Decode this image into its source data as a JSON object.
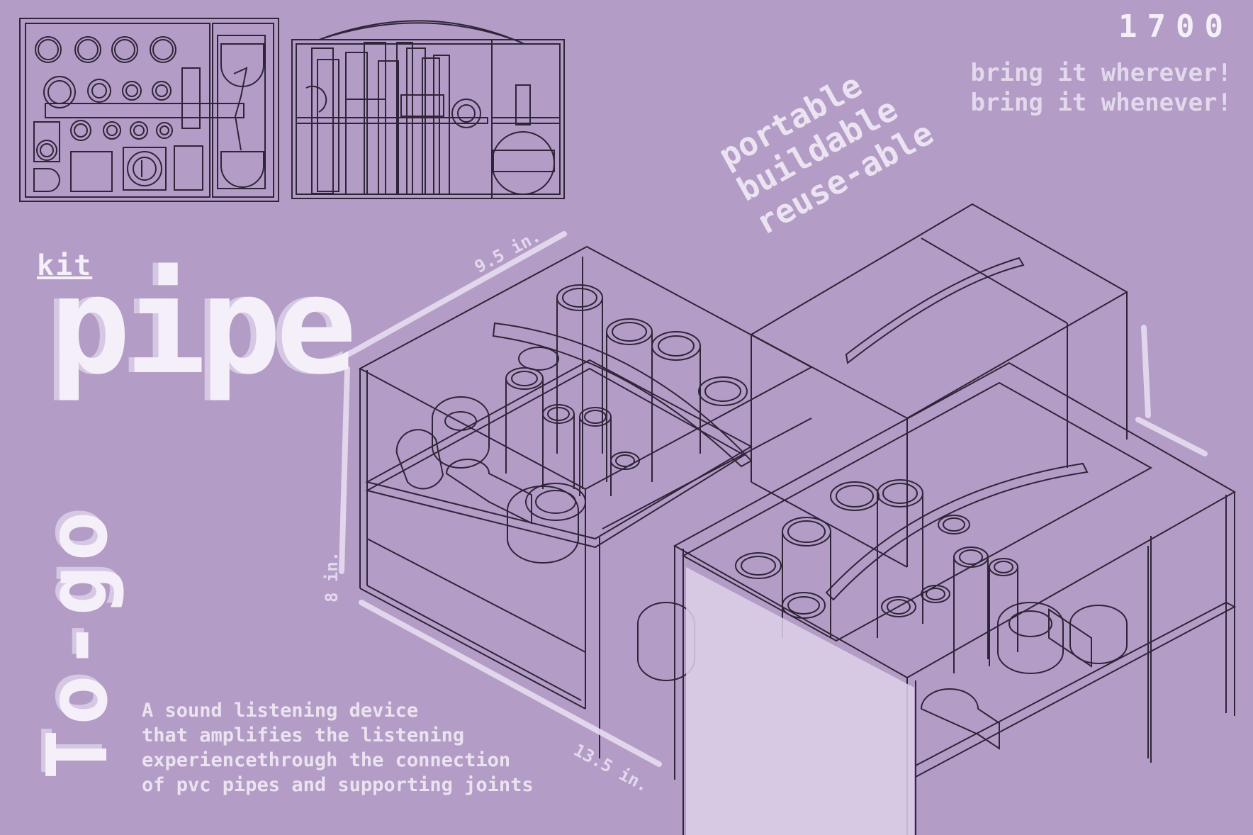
{
  "code": "1700",
  "slogan": [
    "bring it wherever!",
    "bring it whenever!"
  ],
  "features": [
    "portable",
    "buildable",
    "reuse-able"
  ],
  "title": {
    "kit": "kit",
    "pipe": "pipe",
    "togo": "To-go"
  },
  "description": [
    "A sound listening device",
    "that amplifies the listening",
    "experiencethrough the connection",
    "of pvc pipes and supporting joints"
  ],
  "dimensions": {
    "depth": "9.5 in.",
    "height": "8 in.",
    "width": "13.5 in."
  },
  "colors": {
    "background": "#b39cc6",
    "line": "#2f2438",
    "light": "#ebe3f0"
  }
}
